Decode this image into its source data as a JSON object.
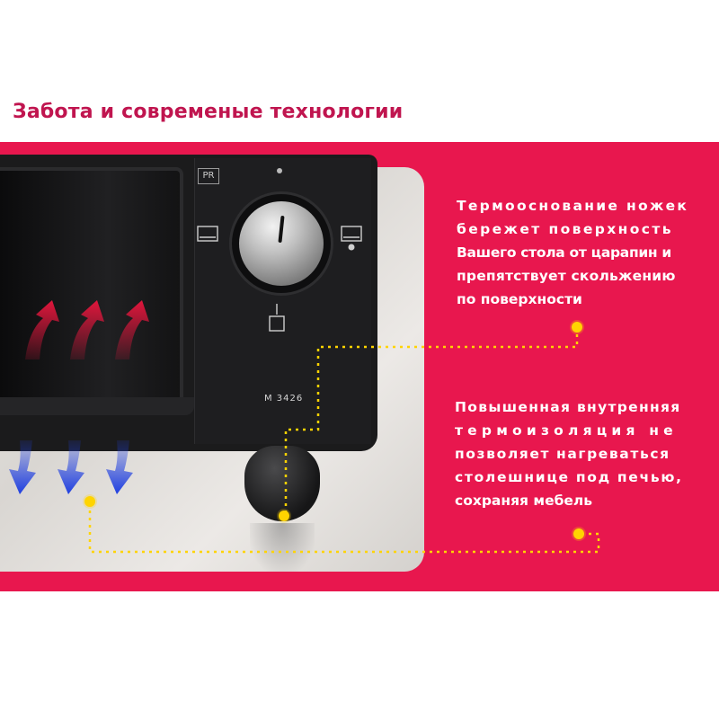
{
  "heading": "Забота и современые технологии",
  "oven": {
    "panel_badge": "PR",
    "model": "M 3426"
  },
  "callouts": [
    {
      "lines": [
        "Термооснование ножек",
        "бережет поверхность",
        "Вашего стола от царапин и",
        "препятствует скольжению",
        "по поверхности"
      ]
    },
    {
      "lines": [
        "Повышенная внутренняя",
        "термоизоляция не",
        "позволяет нагреваться",
        "столешнице под печью,",
        "сохраняя мебель"
      ]
    }
  ],
  "colors": {
    "brand_red": "#e8174e",
    "heading": "#c0154f",
    "marker_yellow": "#ffd400",
    "heat_arrows": "#e0163c",
    "cool_arrows": "#1f3fe0"
  },
  "icons": [
    "up-arrow-heat-icon",
    "down-arrow-cool-icon",
    "oven-mode-icon"
  ]
}
